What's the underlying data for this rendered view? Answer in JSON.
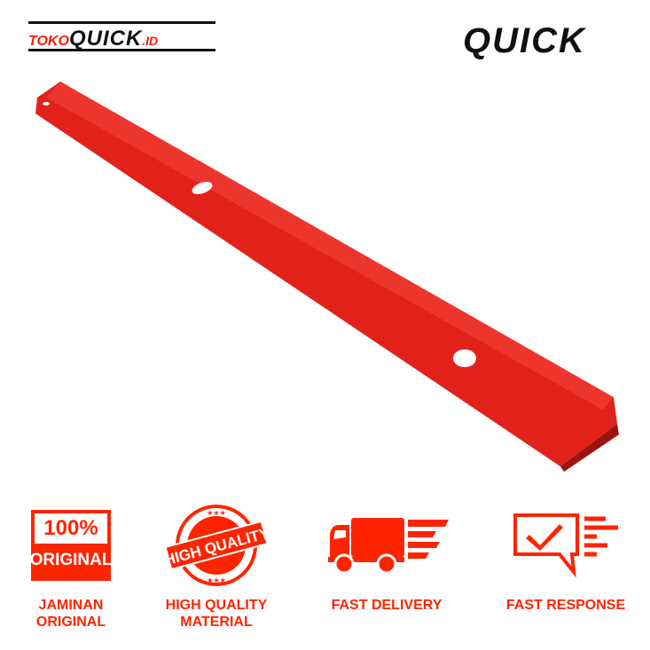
{
  "brand": {
    "toko": "TOKO",
    "quick": "QUICK",
    "domain": ".ID",
    "right_logo": "QUICK"
  },
  "colors": {
    "accent": "#ff2400",
    "product": "#e8201a",
    "dark": "#111111"
  },
  "features": [
    {
      "icon": "original-badge-icon",
      "badge_top": "100%",
      "badge_bottom": "ORIGINAL",
      "line1": "JAMINAN",
      "line2": "ORIGINAL"
    },
    {
      "icon": "high-quality-stamp-icon",
      "stamp_text": "HIGH QUALITY",
      "line1": "HIGH QUALITY",
      "line2": "MATERIAL"
    },
    {
      "icon": "delivery-truck-icon",
      "line1": "FAST DELIVERY",
      "line2": ""
    },
    {
      "icon": "chat-check-icon",
      "line1": "FAST RESPONSE",
      "line2": ""
    }
  ]
}
